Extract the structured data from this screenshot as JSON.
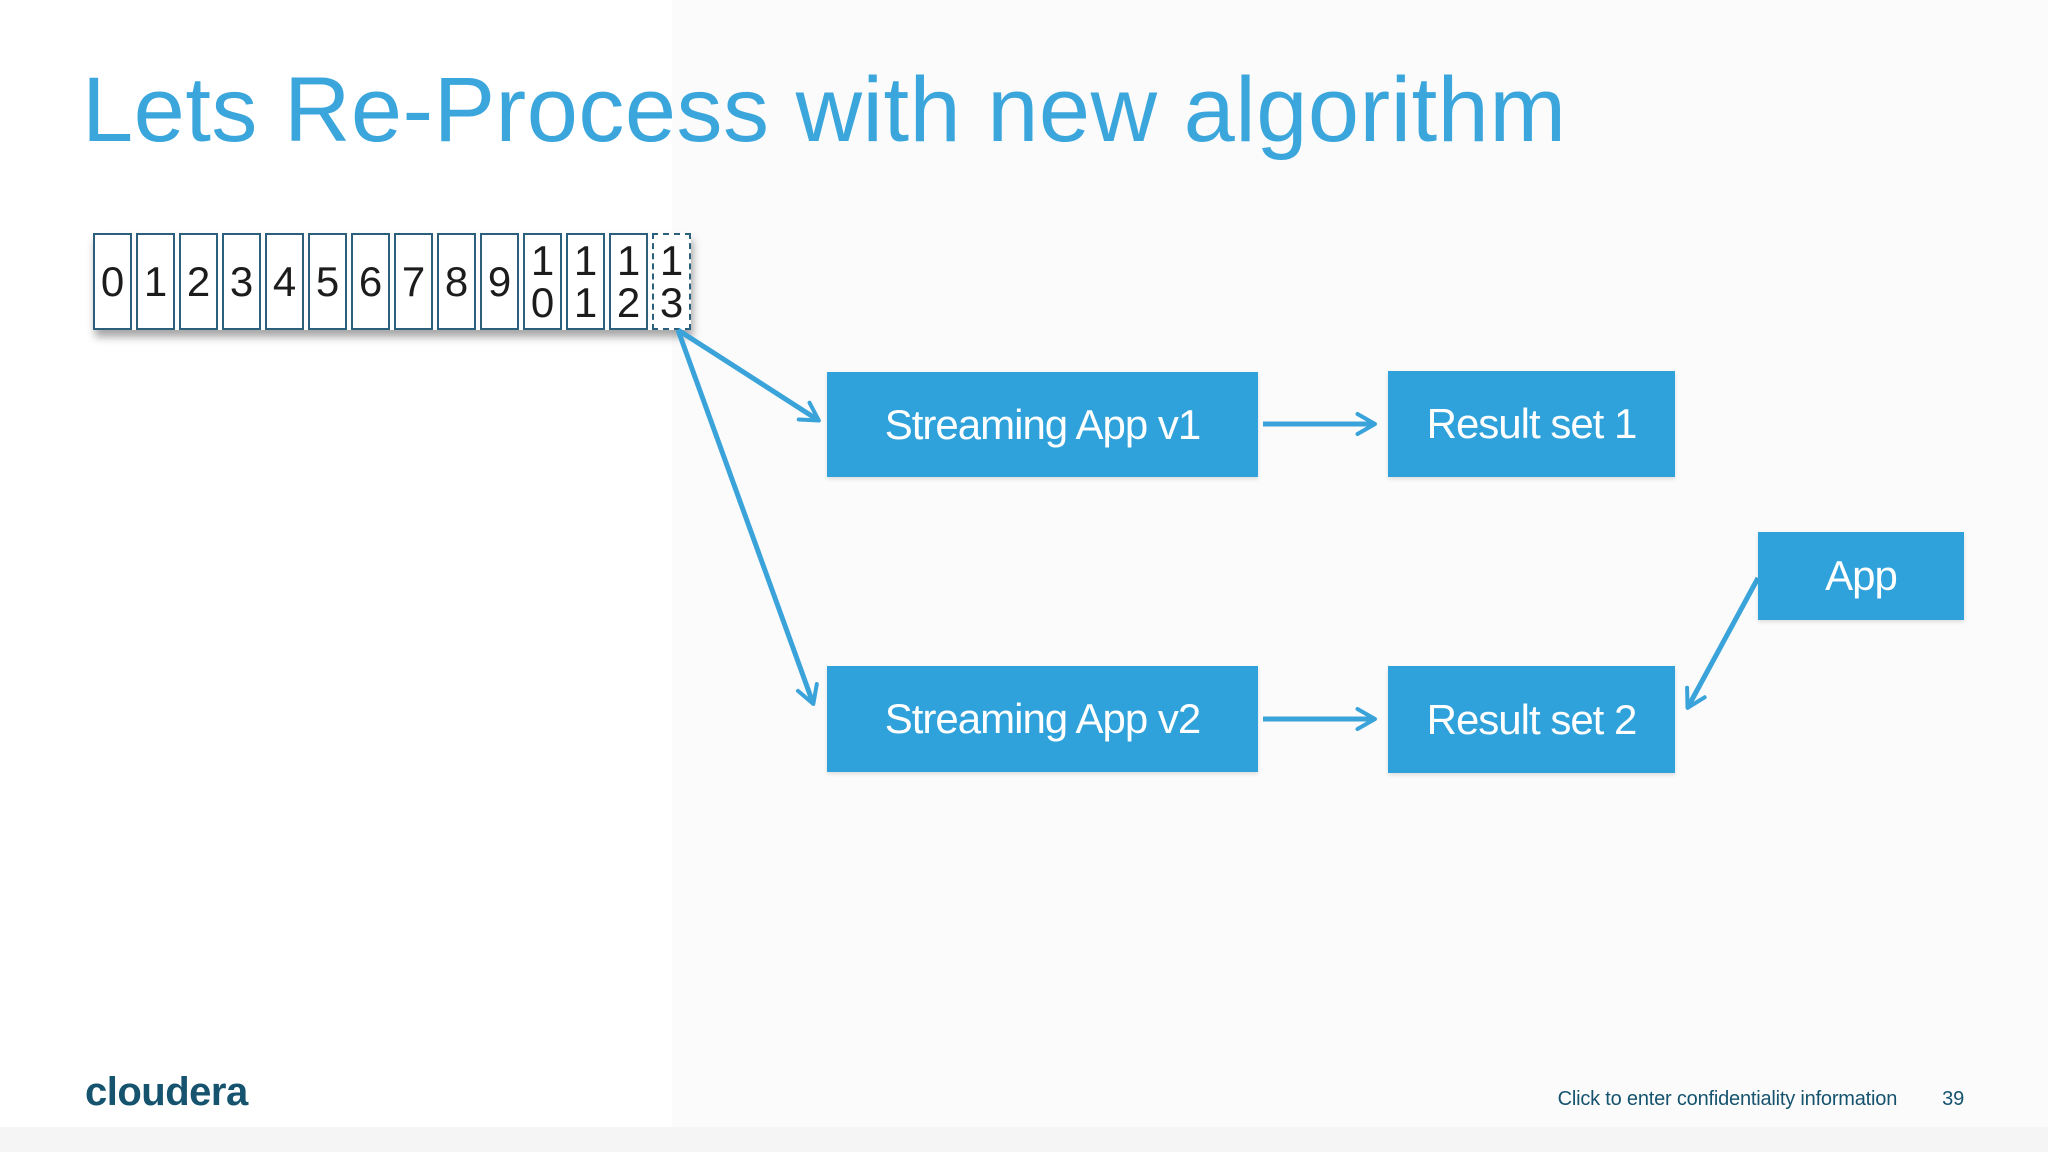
{
  "slide": {
    "title": "Lets Re-Process with new algorithm",
    "logo_text": "cloudera",
    "footer_text": "Click to enter confidentiality information",
    "page_number": "39"
  },
  "buffer": {
    "cells": [
      "0",
      "1",
      "2",
      "3",
      "4",
      "5",
      "6",
      "7",
      "8",
      "9",
      "10",
      "11",
      "12",
      "13"
    ],
    "dashed_cell": "13"
  },
  "nodes": {
    "streaming_v1": "Streaming App v1",
    "result_set_1": "Result set 1",
    "streaming_v2": "Streaming App v2",
    "result_set_2": "Result set 2",
    "app": "App"
  },
  "flows": [
    {
      "from": "buffer-cell-13",
      "to": "streaming_v1"
    },
    {
      "from": "buffer-cell-13",
      "to": "streaming_v2"
    },
    {
      "from": "streaming_v1",
      "to": "result_set_1"
    },
    {
      "from": "streaming_v2",
      "to": "result_set_2"
    },
    {
      "from": "app",
      "to": "result_set_2"
    }
  ],
  "colors": {
    "title": "#3BA6DC",
    "box": "#2FA2DB",
    "arrow": "#3AA3DA",
    "cell_border": "#2B607C",
    "dark": "#16536F",
    "digit": "#1C1C1C"
  }
}
